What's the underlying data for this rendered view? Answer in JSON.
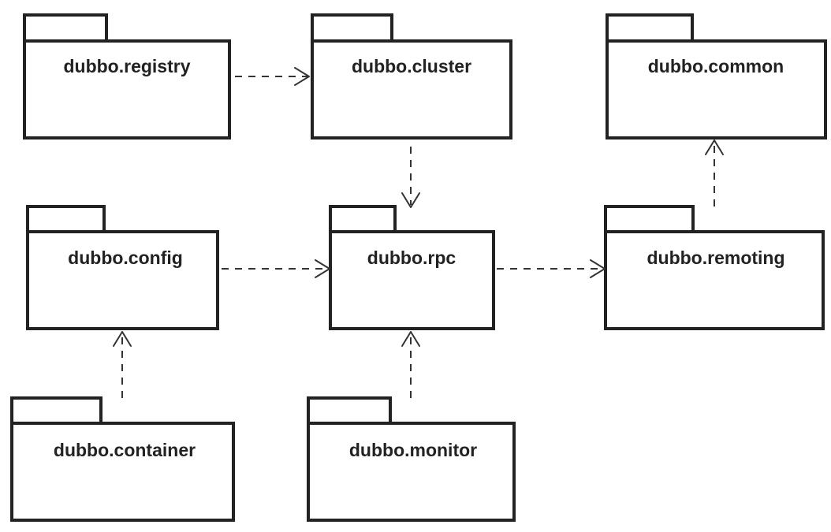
{
  "packages": [
    {
      "id": "registry",
      "label": "dubbo.registry"
    },
    {
      "id": "cluster",
      "label": "dubbo.cluster"
    },
    {
      "id": "common",
      "label": "dubbo.common"
    },
    {
      "id": "config",
      "label": "dubbo.config"
    },
    {
      "id": "rpc",
      "label": "dubbo.rpc"
    },
    {
      "id": "remoting",
      "label": "dubbo.remoting"
    },
    {
      "id": "container",
      "label": "dubbo.container"
    },
    {
      "id": "monitor",
      "label": "dubbo.monitor"
    }
  ],
  "dependencies": [
    {
      "from": "registry",
      "to": "cluster"
    },
    {
      "from": "cluster",
      "to": "rpc"
    },
    {
      "from": "config",
      "to": "rpc"
    },
    {
      "from": "rpc",
      "to": "remoting"
    },
    {
      "from": "remoting",
      "to": "common"
    },
    {
      "from": "container",
      "to": "config"
    },
    {
      "from": "monitor",
      "to": "rpc"
    }
  ],
  "colors": {
    "stroke": "#222222",
    "background": "#ffffff"
  }
}
